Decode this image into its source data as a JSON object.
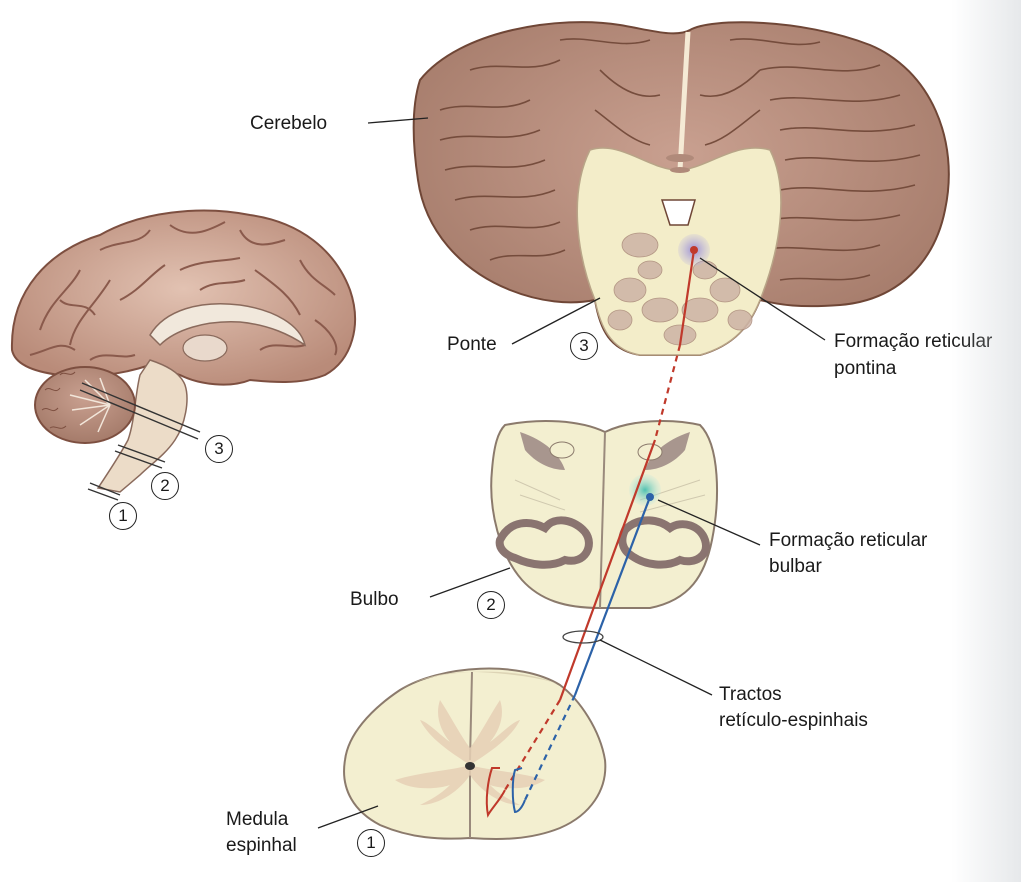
{
  "labels": {
    "cerebelo": "Cerebelo",
    "ponte": "Ponte",
    "formacao_pontina_1": "Formação reticular",
    "formacao_pontina_2": "pontina",
    "bulbo": "Bulbo",
    "formacao_bulbar_1": "Formação reticular",
    "formacao_bulbar_2": "bulbar",
    "tractos_1": "Tractos",
    "tractos_2": "retículo-espinhais",
    "medula_1": "Medula",
    "medula_2": "espinhal"
  },
  "section_numbers": {
    "brain_1": "1",
    "brain_2": "2",
    "brain_3": "3",
    "ponte": "3",
    "bulbo": "2",
    "medula": "1"
  },
  "colors": {
    "brain_fill": "#c9a08f",
    "brain_gyri": "#8a5a4c",
    "cerebellum": "#b48878",
    "section_fill": "#f3efd0",
    "grey_matter": "#8a7a76",
    "pontine_tract": "#c0392b",
    "bulbar_tract": "#2c62a8",
    "pontine_nucleus": "#7b6fb8",
    "bulbar_nucleus": "#4fc0b0"
  }
}
